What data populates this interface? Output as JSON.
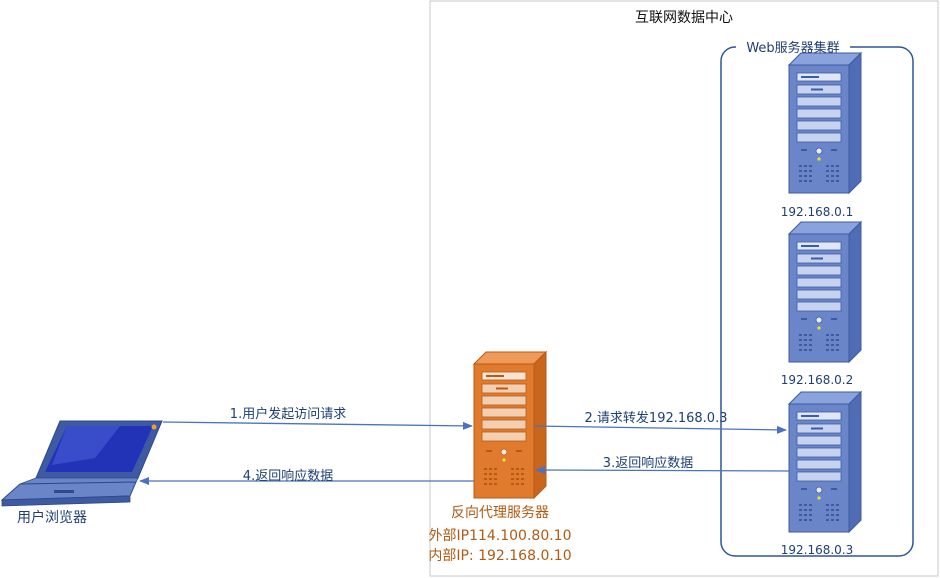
{
  "datacenter": {
    "title": "互联网数据中心"
  },
  "cluster": {
    "title": "Web服务器集群",
    "servers": [
      {
        "ip": "192.168.0.1"
      },
      {
        "ip": "192.168.0.2"
      },
      {
        "ip": "192.168.0.3"
      }
    ]
  },
  "proxy": {
    "name": "反向代理服务器",
    "external_ip": "外部IP114.100.80.10",
    "internal_ip": "内部IP: 192.168.0.10"
  },
  "client": {
    "label": "用户浏览器"
  },
  "arrows": {
    "step1": "1.用户发起访问请求",
    "step2": "2.请求转发192.168.0.3",
    "step3": "3.返回响应数据",
    "step4": "4.返回响应数据"
  },
  "colors": {
    "server_blue": "#6a86c9",
    "server_blue_dark": "#3d5aa3",
    "proxy_orange": "#e07b2e",
    "proxy_orange_dark": "#b85a16",
    "arrow_blue": "#4a72c4",
    "frame_gray": "#c8c8c8",
    "cluster_border": "#2f5597"
  }
}
